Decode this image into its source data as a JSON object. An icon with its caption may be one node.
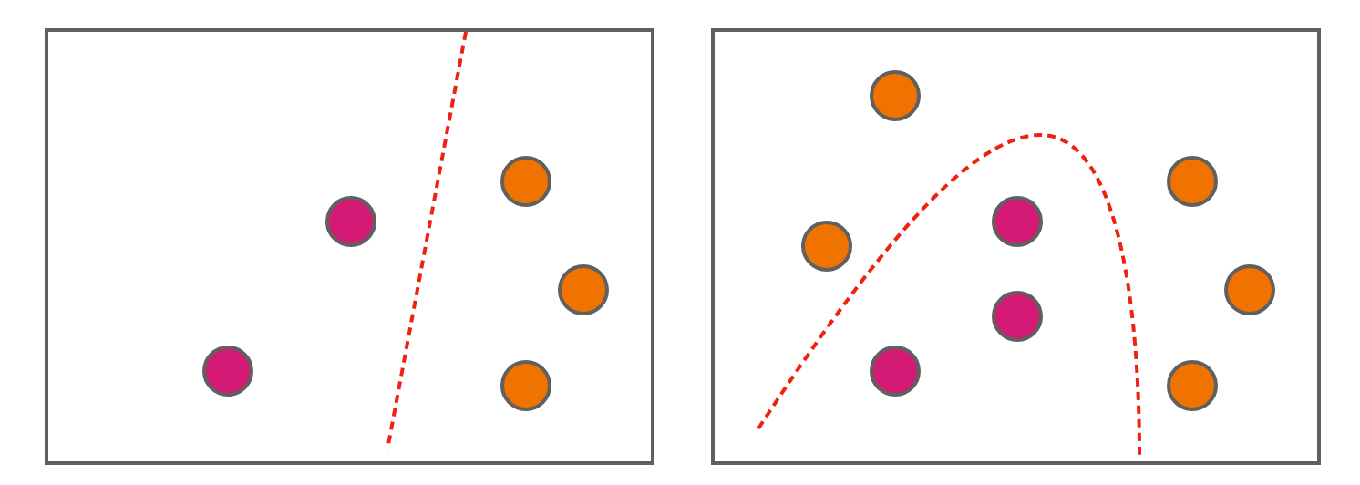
{
  "diagram": {
    "nodes": [
      {
        "text": [],
        "shape": "box"
      },
      {
        "text": [],
        "shape": "circle",
        "in": 0
      },
      {
        "text": [],
        "shape": "circle",
        "in": 0
      },
      {
        "text": [],
        "shape": "circle",
        "in": 0
      },
      {
        "text": [],
        "shape": "circle",
        "in": 0
      },
      {
        "text": [],
        "shape": "circle",
        "in": 0
      },
      {
        "text": [],
        "shape": "box"
      },
      {
        "text": [],
        "shape": "circle",
        "in": 6
      },
      {
        "text": [],
        "shape": "circle",
        "in": 6
      },
      {
        "text": [],
        "shape": "circle",
        "in": 6
      },
      {
        "text": [],
        "shape": "circle",
        "in": 6
      },
      {
        "text": [],
        "shape": "circle",
        "in": 6
      },
      {
        "text": [],
        "shape": "circle",
        "in": 6
      },
      {
        "text": [],
        "shape": "circle",
        "in": 6
      },
      {
        "text": [],
        "shape": "circle",
        "in": 6
      }
    ]
  }
}
